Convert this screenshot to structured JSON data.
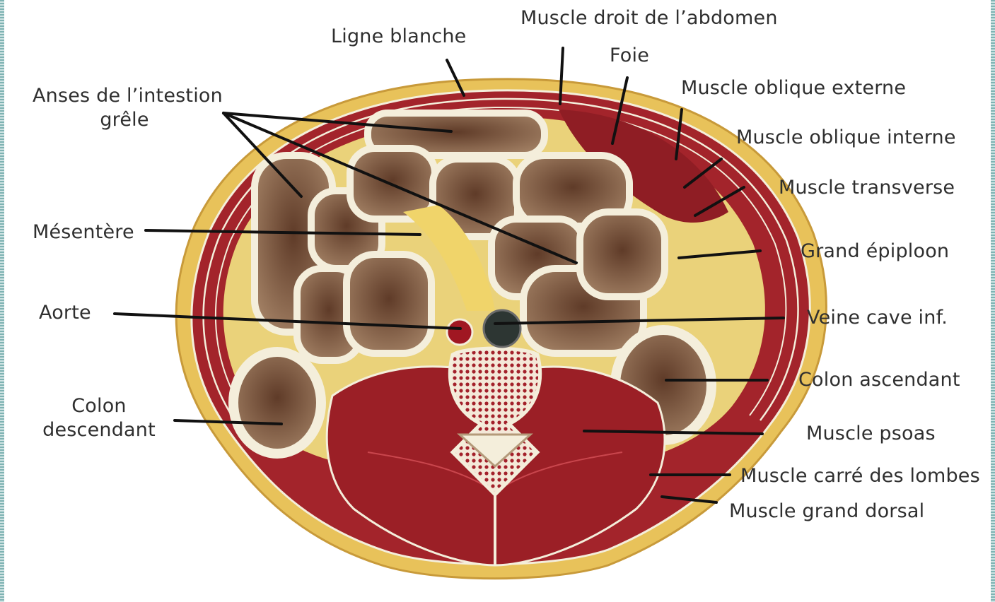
{
  "labels": {
    "muscle_droit": "Muscle droit de l’abdomen",
    "ligne_blanche": "Ligne blanche",
    "foie": "Foie",
    "anses_line1": "Anses de l’intestion",
    "anses_line2": "grêle",
    "oblique_externe": "Muscle oblique externe",
    "oblique_interne": "Muscle oblique interne",
    "transverse": "Muscle transverse",
    "mesentere": "Mésentère",
    "grand_epiploon": "Grand épiploon",
    "aorte": "Aorte",
    "veine_cave": "Veine cave inf.",
    "colon_asc": "Colon ascendant",
    "colon_desc_line1": "Colon",
    "colon_desc_line2": "descendant",
    "psoas": "Muscle psoas",
    "carre_lombes": "Muscle carré des lombes",
    "grand_dorsal": "Muscle grand dorsal"
  },
  "colors": {
    "muscle": "#9b1f26",
    "muscle_dark": "#7a1419",
    "fat": "#f0d46a",
    "bowel_wall": "#f4eedb",
    "bowel_lumen": "#8a6a52",
    "leader_line": "#111111"
  }
}
